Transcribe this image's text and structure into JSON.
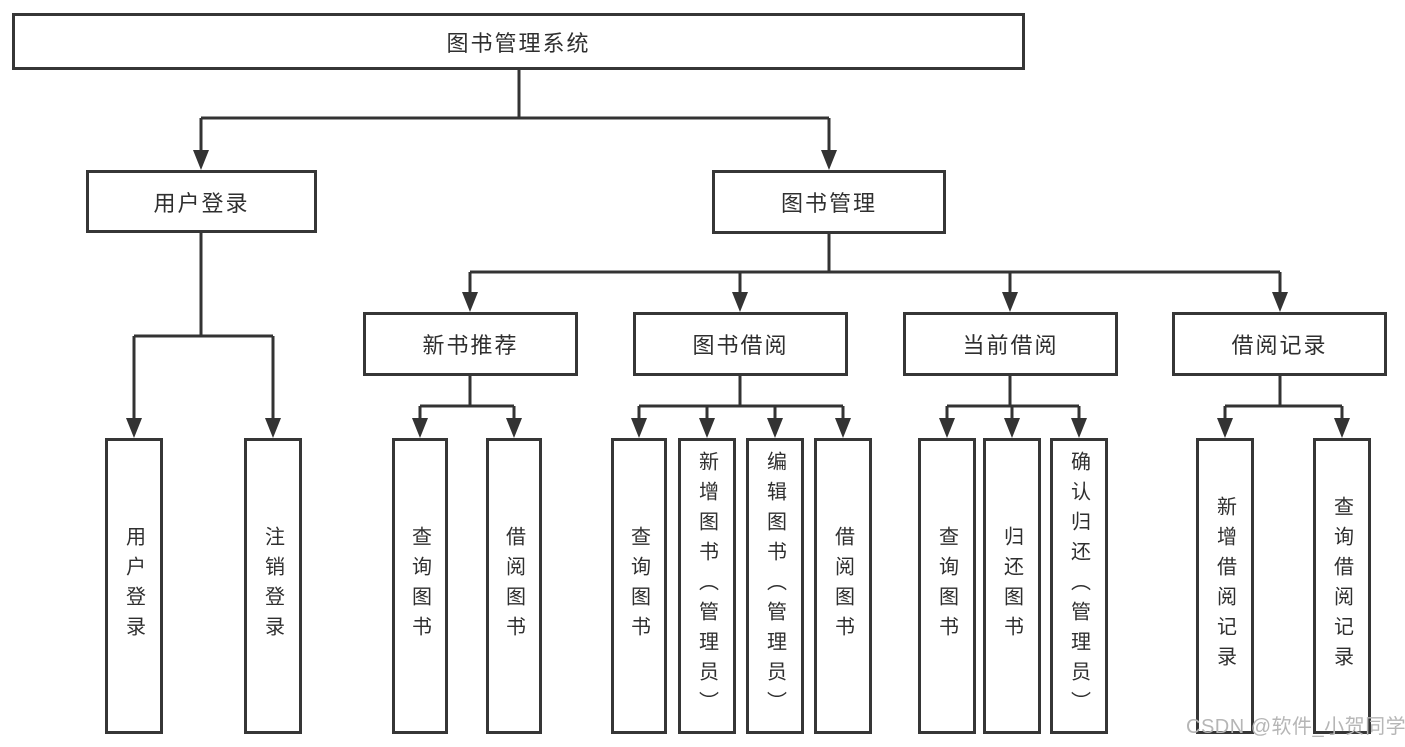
{
  "diagram": {
    "colors": {
      "line": "#333333",
      "box_border": "#363636",
      "text": "#2f2f2f",
      "background": "#ffffff"
    },
    "nodes": {
      "root": "图书管理系统",
      "user_login": "用户登录",
      "book_management": "图书管理",
      "new_book_recommend": "新书推荐",
      "book_borrowing": "图书借阅",
      "current_borrowing": "当前借阅",
      "borrowing_records": "借阅记录"
    },
    "leaves": {
      "user_login": [
        "用户登录",
        "注销登录"
      ],
      "new_book_recommend": [
        "查询图书",
        "借阅图书"
      ],
      "book_borrowing": [
        "查询图书",
        "新增图书（管理员）",
        "编辑图书（管理员）",
        "借阅图书"
      ],
      "current_borrowing": [
        "查询图书",
        "归还图书",
        "确认归还（管理员）"
      ],
      "borrowing_records": [
        "新增借阅记录",
        "查询借阅记录"
      ]
    }
  },
  "watermark": {
    "text": "CSDN @软件_小贺同学",
    "color": "#b6b6b6"
  }
}
